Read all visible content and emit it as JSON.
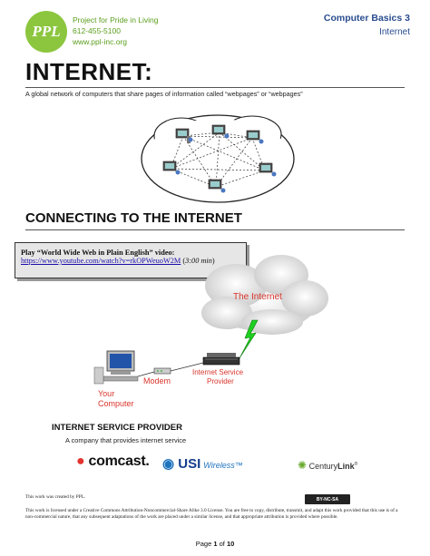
{
  "header": {
    "logo_text": "PPL",
    "org_name": "Project for Pride in Living",
    "org_phone": "612-455-5100",
    "org_web": "www.ppl-inc.org",
    "course": "Computer Basics 3",
    "subject": "Internet"
  },
  "title": "INTERNET:",
  "intro": "A global network of computers that share pages of information called “webpages” or “webpages”",
  "section_connecting": {
    "heading": "CONNECTING TO THE INTERNET",
    "video_play": "Play “World Wide Web in Plain English” video:",
    "video_link": "https://www.youtube.com/watch?v=rkOPWeuoW2M",
    "video_duration": "3:00 min",
    "diagram": {
      "cloud_label": "The Internet",
      "isp_label_1": "Internet Service",
      "isp_label_2": "Provider",
      "modem_label": "Modem",
      "computer_label_1": "Your",
      "computer_label_2": "Computer"
    }
  },
  "section_isp": {
    "heading": "INTERNET SERVICE PROVIDER",
    "description": "A company that provides internet service",
    "logos": {
      "comcast": "comcast.",
      "usi": "USI",
      "usi_wireless": "Wireless™",
      "centurylink_a": "Century",
      "centurylink_b": "Link",
      "centurylink_tm": "®"
    }
  },
  "footer": {
    "created_by": "This work was created by PPL.",
    "license_badge": "BY-NC-SA",
    "license_text": "This work is licensed under a Creative Commons Attribution-Noncommercial-Share Alike 3.0 License. You are free to copy, distribute, transmit, and adapt this work provided that this use is of a non-commercial nature, that any subsequent adaptations of the work are placed under a similar license, and that appropriate attribution is provided where possible.",
    "page_prefix": "Page ",
    "page_current": "1",
    "page_mid": " of ",
    "page_total": "10"
  },
  "colors": {
    "brand_green": "#8cc63f",
    "header_blue": "#2a4d8f",
    "diagram_red": "#d9342b",
    "link_blue": "#1a0dab"
  }
}
